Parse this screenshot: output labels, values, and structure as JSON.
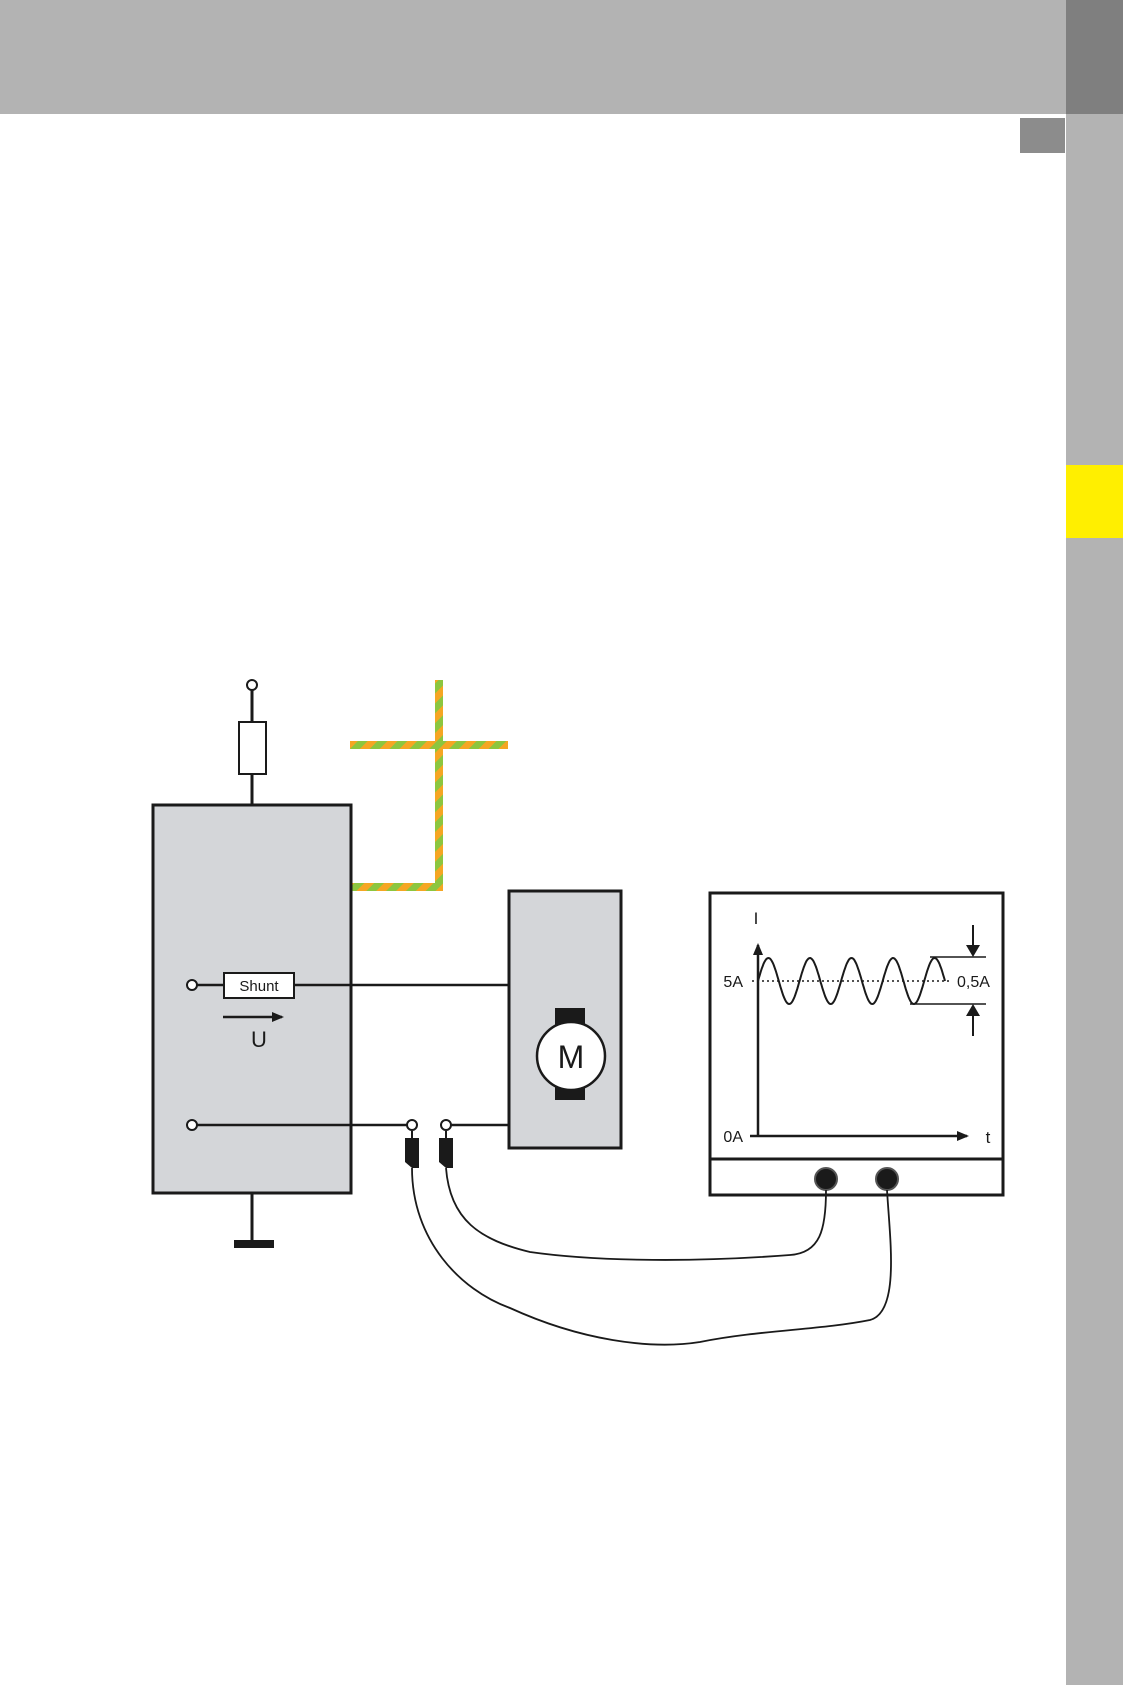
{
  "diagram": {
    "shunt_label": "Shunt",
    "voltage_label": "U",
    "motor_label": "M",
    "scope": {
      "y_axis_label": "I",
      "x_axis_label": "t",
      "level_5a": "5A",
      "level_0a": "0A",
      "ripple_label": "0,5A"
    }
  },
  "colors": {
    "page_band": "#b3b3b3",
    "tab_highlight": "#ffef00",
    "box_fill": "#d4d6d9",
    "ground_stripe_green": "#8cc63f",
    "ground_stripe_orange": "#f5a623"
  }
}
